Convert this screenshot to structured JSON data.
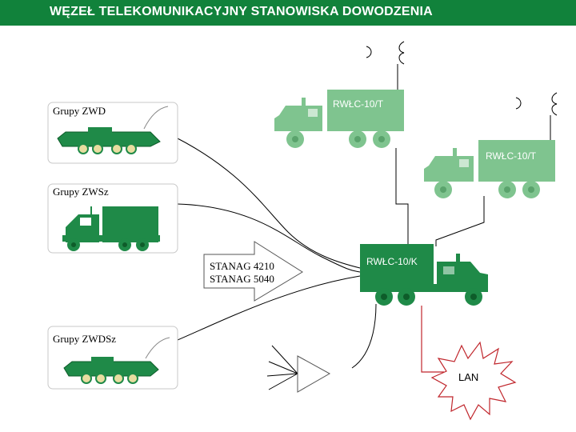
{
  "title": "WĘZEŁ TELEKOMUNIKACYJNY STANOWISKA DOWODZENIA",
  "groups": {
    "zwd": "Grupy ZWD",
    "zwsz": "Grupy ZWSz",
    "zwdsz": "Grupy ZWDSz"
  },
  "stations": {
    "t1": "RWŁC-10/T",
    "t2": "RWŁC-10/T",
    "k": "RWŁC-10/K"
  },
  "standards": {
    "line1": "STANAG 4210",
    "line2": "STANAG 5040"
  },
  "lan": "LAN",
  "colors": {
    "title_bar": "#11823b",
    "vehicle_dark": "#1f8a48",
    "vehicle_light": "#7fc48f",
    "lan_link": "#c0262c"
  }
}
